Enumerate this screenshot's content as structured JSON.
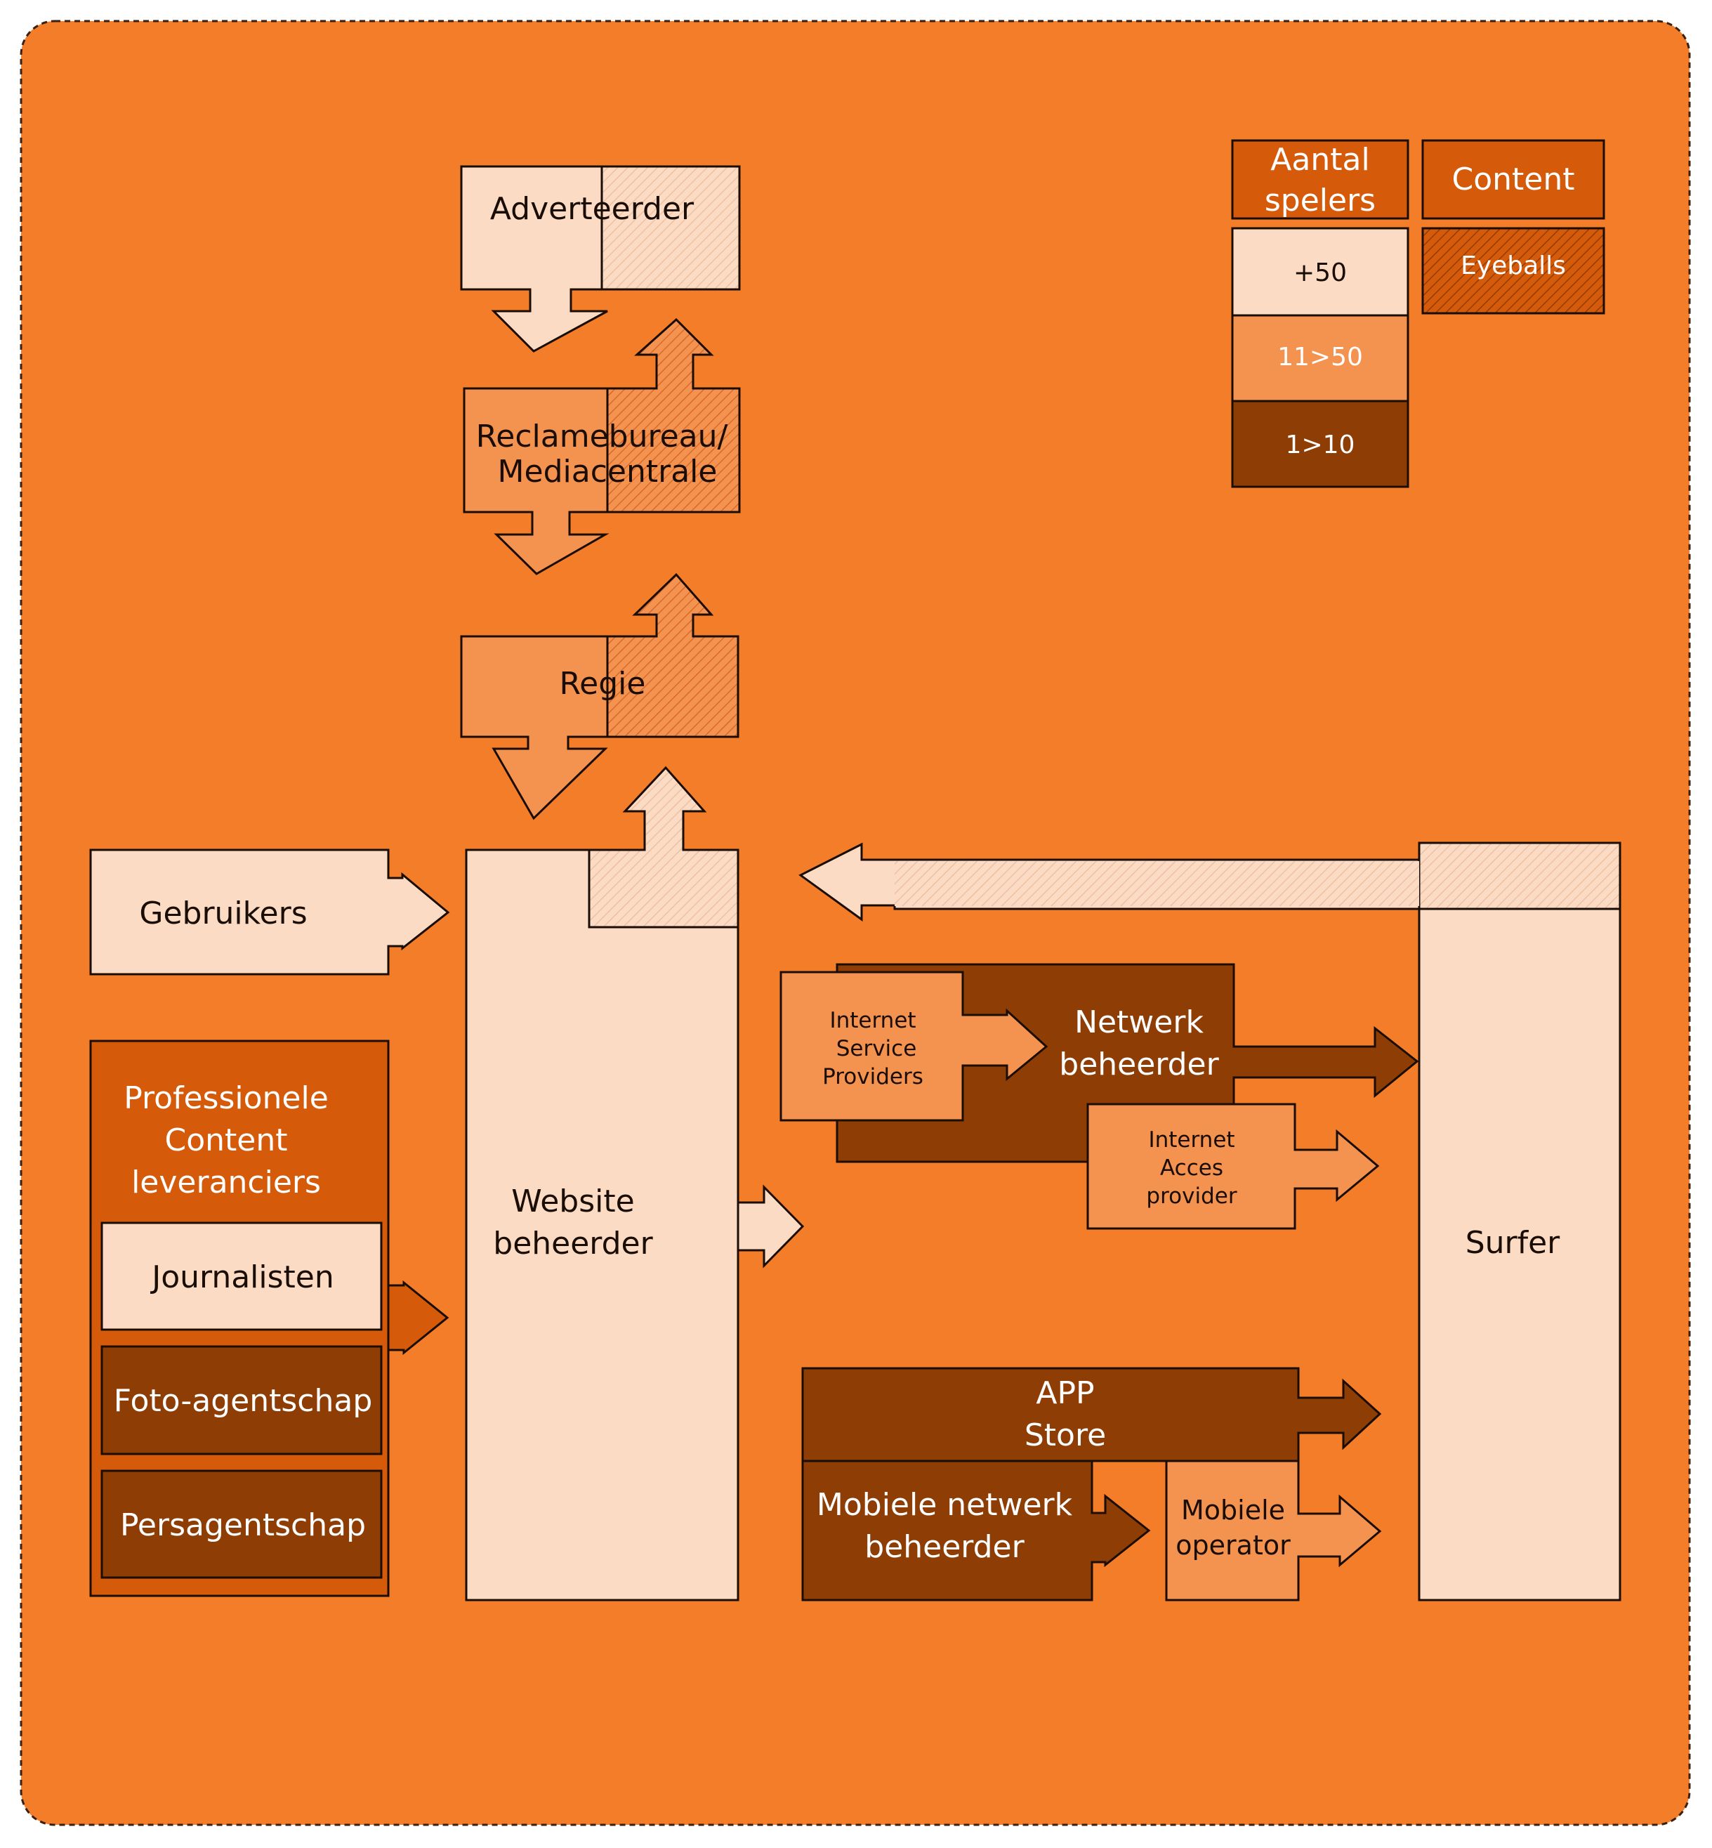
{
  "colors": {
    "background": "#F47D2A",
    "light": "#FBDBC4",
    "medium": "#F49350",
    "dark": "#8E3E05",
    "content": "#D55B0B",
    "outline": "#1a0d05"
  },
  "legend": {
    "header_players": [
      "Aantal",
      "spelers"
    ],
    "header_content": "Content",
    "eyeballs": "Eyeballs",
    "level_high": "+50",
    "level_mid": "11>50",
    "level_low": "1>10"
  },
  "nodes": {
    "adverteerder": [
      "Adverteerder"
    ],
    "reclamebureau": [
      "Reclamebureau/",
      "Mediacentrale"
    ],
    "regie": [
      "Regie"
    ],
    "gebruikers": [
      "Gebruikers"
    ],
    "professionele": [
      "Professionele",
      "Content",
      "leveranciers"
    ],
    "journalisten": [
      "Journalisten"
    ],
    "foto_agentschap": [
      "Foto-agentschap"
    ],
    "persagentschap": [
      "Persagentschap"
    ],
    "website_beheerder": [
      "Website",
      "beheerder"
    ],
    "isp": [
      "Internet",
      "Service",
      "Providers"
    ],
    "netwerk_beheerder": [
      "Netwerk",
      "beheerder"
    ],
    "iap": [
      "Internet",
      "Acces",
      "provider"
    ],
    "app_store": [
      "APP",
      "Store"
    ],
    "mobiele_netwerk": [
      "Mobiele netwerk",
      "beheerder"
    ],
    "mobiele_operator": [
      "Mobiele",
      "operator"
    ],
    "surfer": [
      "Surfer"
    ]
  }
}
